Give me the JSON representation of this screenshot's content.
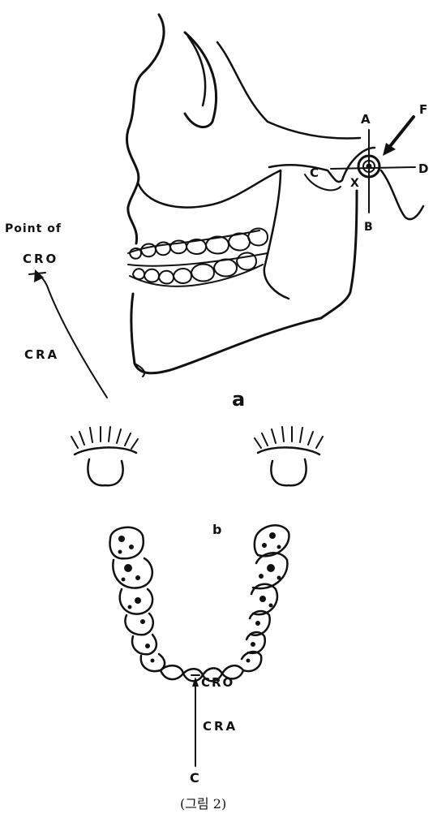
{
  "part_a": {
    "points": {
      "A": "A",
      "B": "B",
      "C": "C",
      "D": "D",
      "F": "F",
      "X": "X"
    },
    "point_of_label": "Point of",
    "cro_label": "CRO",
    "cra_label": "CRA",
    "caption": "a"
  },
  "part_b": {
    "caption": "b",
    "cro_label": "CRO",
    "cra_label": "CRA",
    "c_label": "C"
  },
  "figure_caption": "(그림 2)"
}
